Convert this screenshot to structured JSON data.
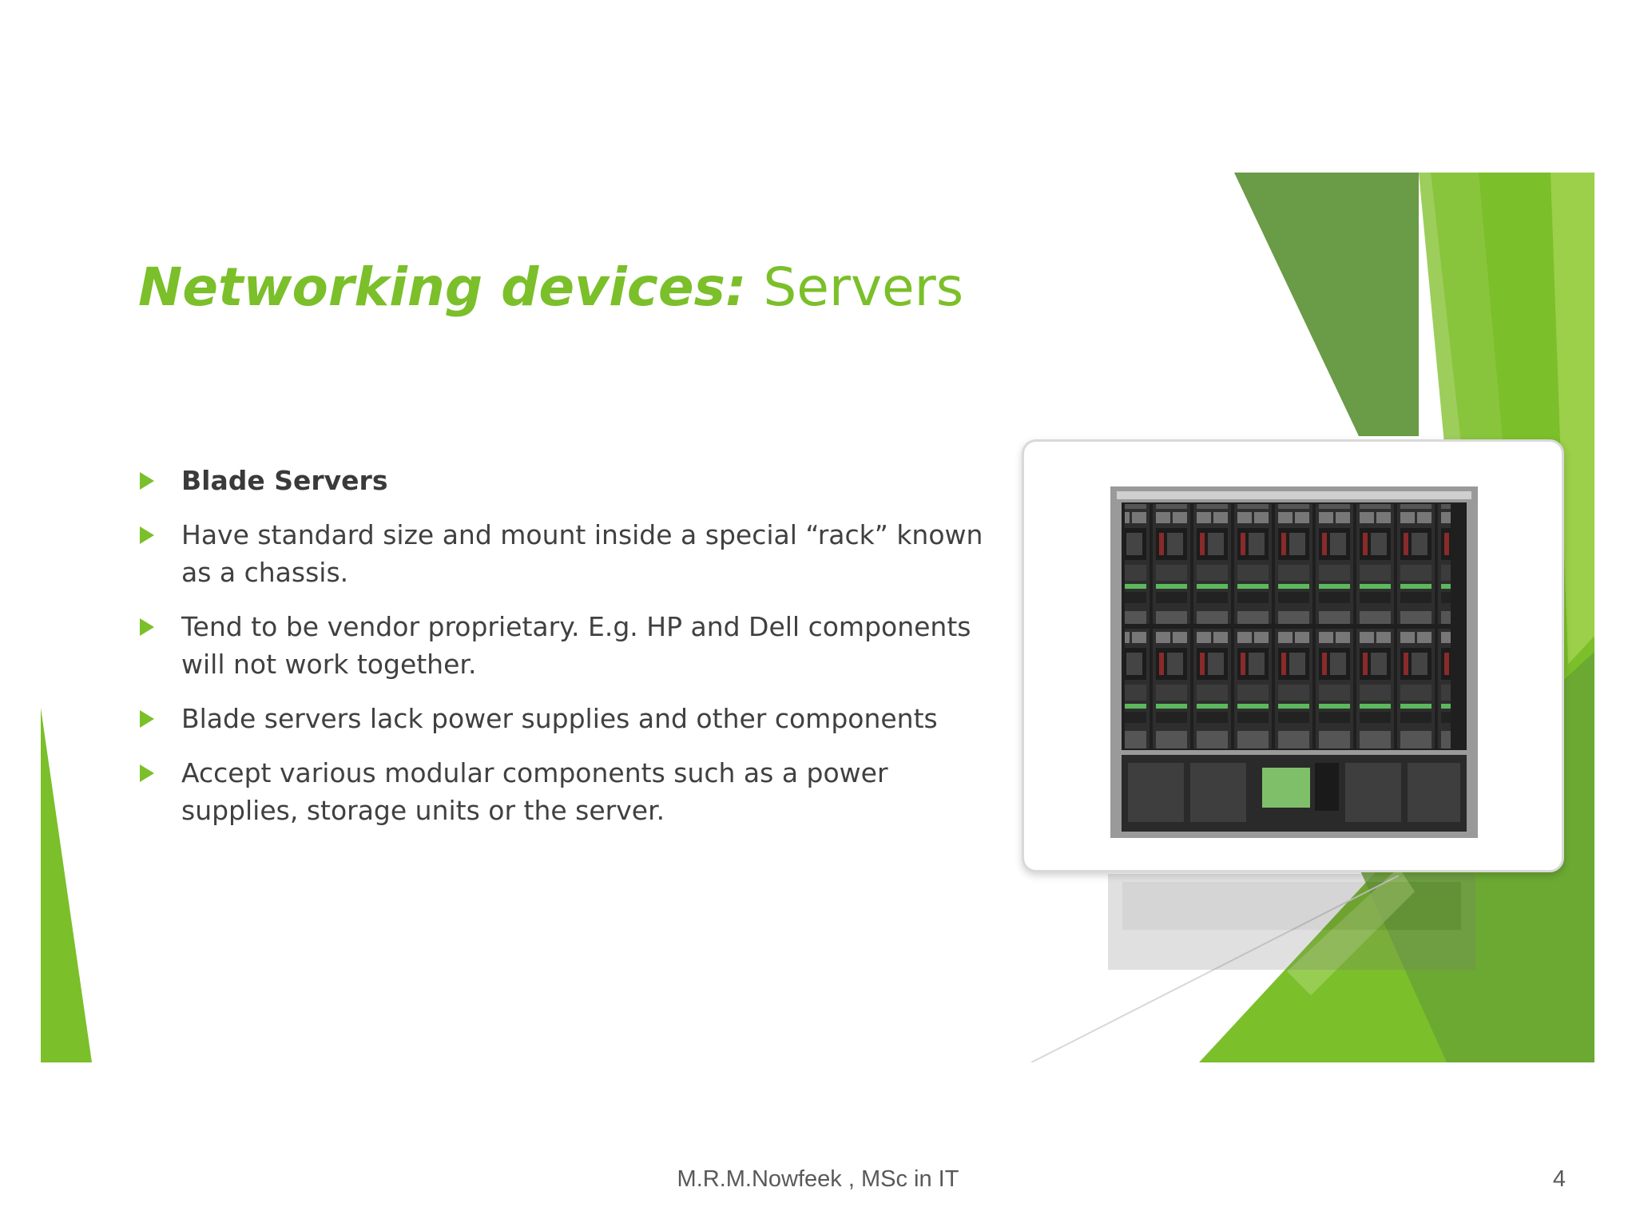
{
  "slide": {
    "title_accent": "Networking devices:",
    "title_rest": " Servers",
    "bullets": [
      "Blade Servers",
      "Have standard size and mount inside a special “rack” known as a chassis.",
      "Tend to be vendor proprietary. E.g. HP and Dell components will not work together.",
      "Blade servers lack power supplies and other components",
      "Accept various modular components such as a power supplies, storage units or the server."
    ],
    "image": {
      "icon": "blade-server-chassis-photo"
    }
  },
  "footer": {
    "author": "M.R.M.Nowfeek , MSc in IT",
    "page_number": "4"
  },
  "colors": {
    "accent_green": "#7bbf2a",
    "dark_green": "#5f9a3a",
    "text_gray": "#404040"
  }
}
